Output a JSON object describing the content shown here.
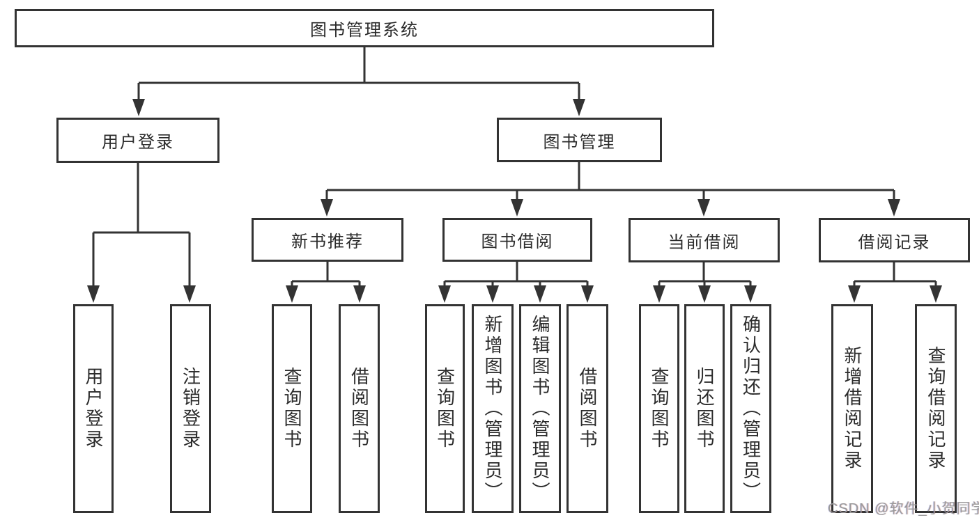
{
  "tree": {
    "label": "图书管理系统",
    "children": [
      {
        "label": "用户登录",
        "children": [
          {
            "label": "用户登录"
          },
          {
            "label": "注销登录"
          }
        ]
      },
      {
        "label": "图书管理",
        "children": [
          {
            "label": "新书推荐",
            "children": [
              {
                "label": "查询图书"
              },
              {
                "label": "借阅图书"
              }
            ]
          },
          {
            "label": "图书借阅",
            "children": [
              {
                "label": "查询图书"
              },
              {
                "label": "新增图书（管理员）"
              },
              {
                "label": "编辑图书（管理员）"
              },
              {
                "label": "借阅图书"
              }
            ]
          },
          {
            "label": "当前借阅",
            "children": [
              {
                "label": "查询图书"
              },
              {
                "label": "归还图书"
              },
              {
                "label": "确认归还（管理员）"
              }
            ]
          },
          {
            "label": "借阅记录",
            "children": [
              {
                "label": "新增借阅记录"
              },
              {
                "label": "查询借阅记录"
              }
            ]
          }
        ]
      }
    ]
  },
  "watermark": "CSDN @软件_小贺同学",
  "colors": {
    "line": "#333333",
    "text": "#2b2b2b",
    "background": "#ffffff",
    "watermark": "#9a9a9a"
  }
}
